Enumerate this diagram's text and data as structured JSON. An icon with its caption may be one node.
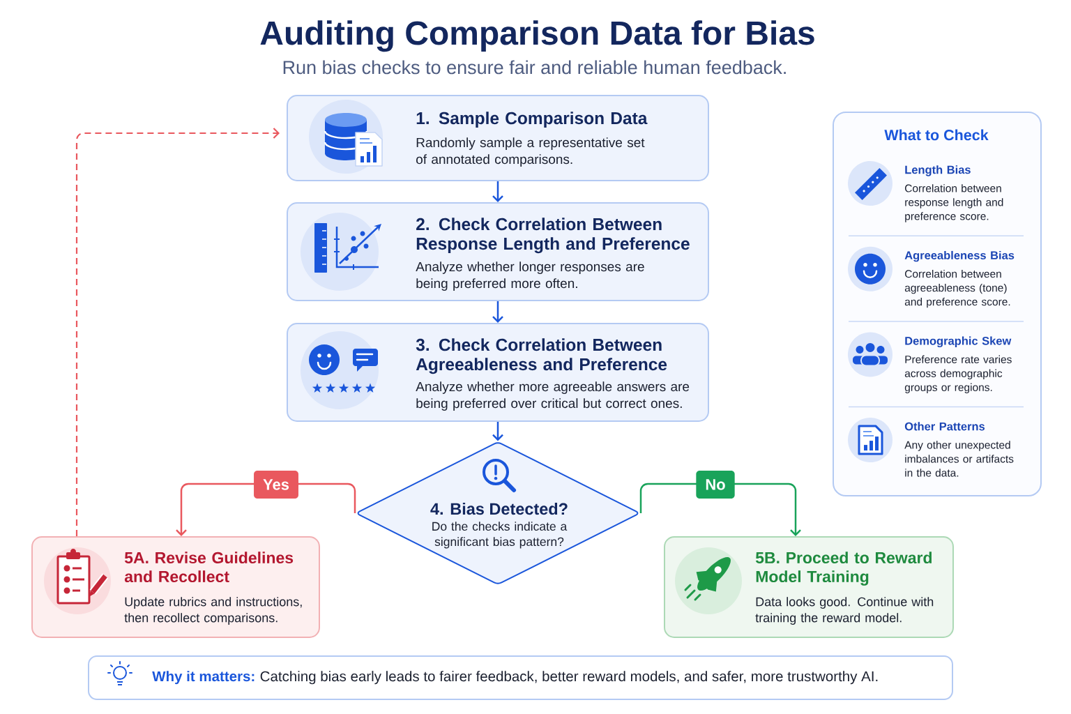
{
  "diagram": {
    "title": "Auditing Comparison Data for Bias",
    "nodes": [
      {
        "text": [
          "1. Sample Comparison Data",
          "Randomly sample a representative set of annotated comparisons."
        ]
      },
      {
        "text": [
          "2. Check Correlation Between Response Length and Preference",
          "Analyze whether longer responses are being preferred more often."
        ]
      },
      {
        "text": [
          "3. Check Correlation Between Agreeableness and Preference",
          "Analyze whether more agreeable answers are being preferred over critical but correct ones."
        ]
      },
      {
        "text": [
          "4. Bias Detected?",
          "Do the checks indicate a significant bias pattern?"
        ]
      },
      {
        "text": [
          "5A. Revise Guidelines and Recollect",
          "Update rubrics and instructions, then recollect comparisons."
        ]
      },
      {
        "text": [
          "5B. Proceed to Reward Model Training",
          "Data looks good. Continue with training the reward model."
        ]
      },
      {
        "text": [
          "What to Check",
          "Length Bias",
          "Correlation between response length and preference score.",
          "Agreeableness Bias",
          "Correlation between agreeableness (tone) and preference score.",
          "Demographic Skew",
          "Preference rate varies across demographic groups or regions.",
          "Other Patterns",
          "Any other unexpected imbalances or artifacts in the data."
        ]
      },
      {
        "text": [
          "Why it matters:",
          "Catching bias early leads to fairer feedback, better reward models, and safer, more trustworthy AI."
        ]
      }
    ],
    "edges": [
      {
        "from": 0,
        "to": 1,
        "arrow": "to"
      },
      {
        "from": 1,
        "to": 2,
        "arrow": "to"
      },
      {
        "from": 2,
        "to": 3,
        "arrow": "to"
      },
      {
        "from": 3,
        "to": 4,
        "arrow": "to",
        "label": "Yes",
        "color": "#E9585E"
      },
      {
        "from": 3,
        "to": 5,
        "arrow": "to",
        "label": "No",
        "color": "#19A35A"
      },
      {
        "from": 4,
        "to": 0,
        "arrow": "to",
        "style": "dashed",
        "color": "#E9585E"
      }
    ],
    "labels": [
      "Run bias checks to ensure fair and reliable human feedback."
    ]
  }
}
